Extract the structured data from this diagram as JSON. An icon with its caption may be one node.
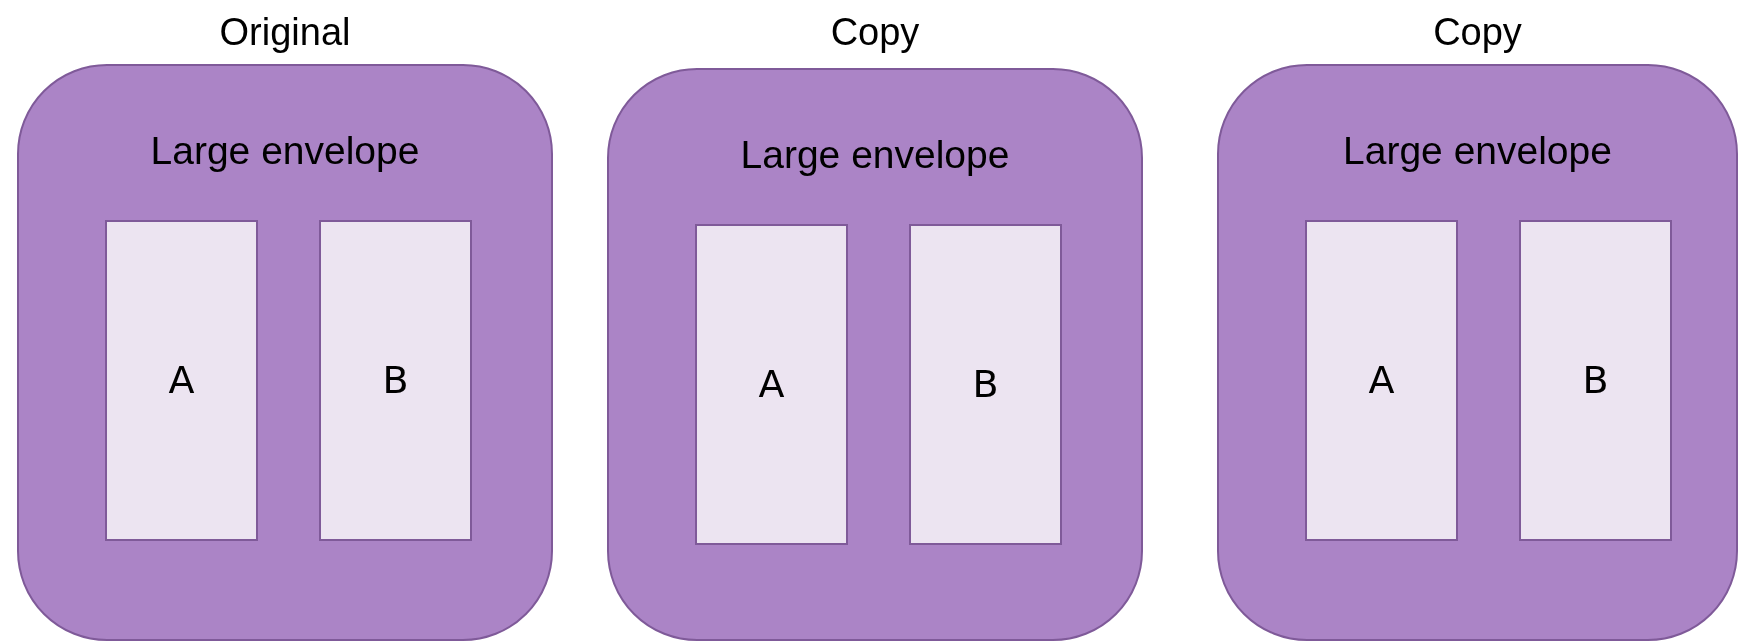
{
  "diagram": {
    "nodes": [
      {
        "text": [
          "Original",
          "Large envelope"
        ]
      },
      {
        "text": [
          "A"
        ],
        "in": 0
      },
      {
        "text": [
          "B"
        ],
        "in": 0
      },
      {
        "text": [
          "Copy",
          "Large envelope"
        ]
      },
      {
        "text": [
          "A"
        ],
        "in": 3
      },
      {
        "text": [
          "B"
        ],
        "in": 3
      },
      {
        "text": [
          "Copy",
          "Large envelope"
        ]
      },
      {
        "text": [
          "A"
        ],
        "in": 6
      },
      {
        "text": [
          "B"
        ],
        "in": 6
      }
    ]
  }
}
